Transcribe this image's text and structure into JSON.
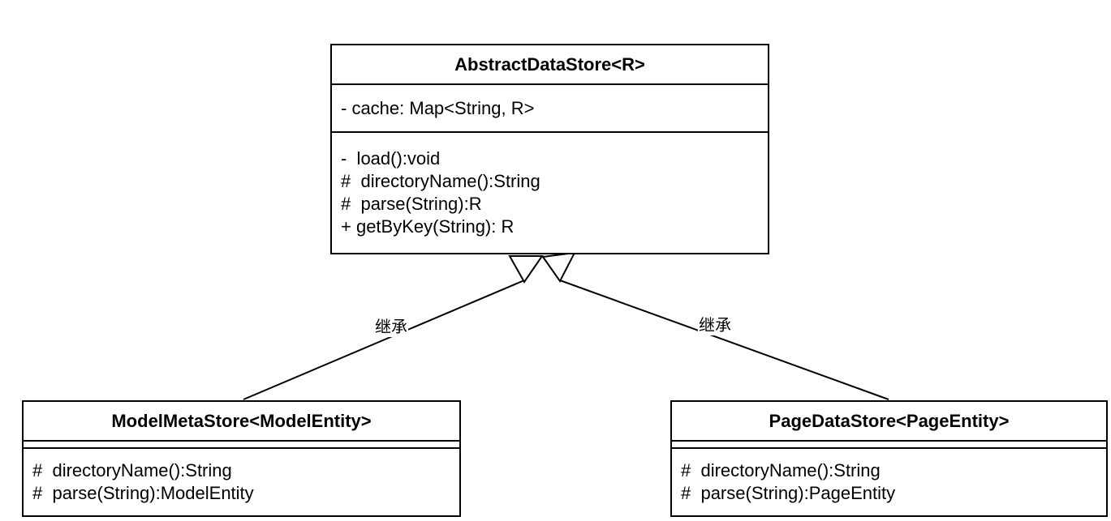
{
  "classes": {
    "parent": {
      "title": "AbstractDataStore<R>",
      "attributes": [
        "- cache: Map<String, R>"
      ],
      "methods": [
        "-  load():void",
        "#  directoryName():String",
        "#  parse(String):R",
        "+ getByKey(String): R"
      ]
    },
    "child_left": {
      "title": "ModelMetaStore<ModelEntity>",
      "attributes": [],
      "methods": [
        "#  directoryName():String",
        "#  parse(String):ModelEntity"
      ]
    },
    "child_right": {
      "title": "PageDataStore<PageEntity>",
      "attributes": [],
      "methods": [
        "#  directoryName():String",
        "#  parse(String):PageEntity"
      ]
    }
  },
  "relationships": [
    {
      "from": "ModelMetaStore<ModelEntity>",
      "to": "AbstractDataStore<R>",
      "type": "inheritance",
      "label": "继承"
    },
    {
      "from": "PageDataStore<PageEntity>",
      "to": "AbstractDataStore<R>",
      "type": "inheritance",
      "label": "继承"
    }
  ],
  "colors": {
    "stroke": "#000000",
    "fill": "#ffffff",
    "text": "#000000"
  }
}
